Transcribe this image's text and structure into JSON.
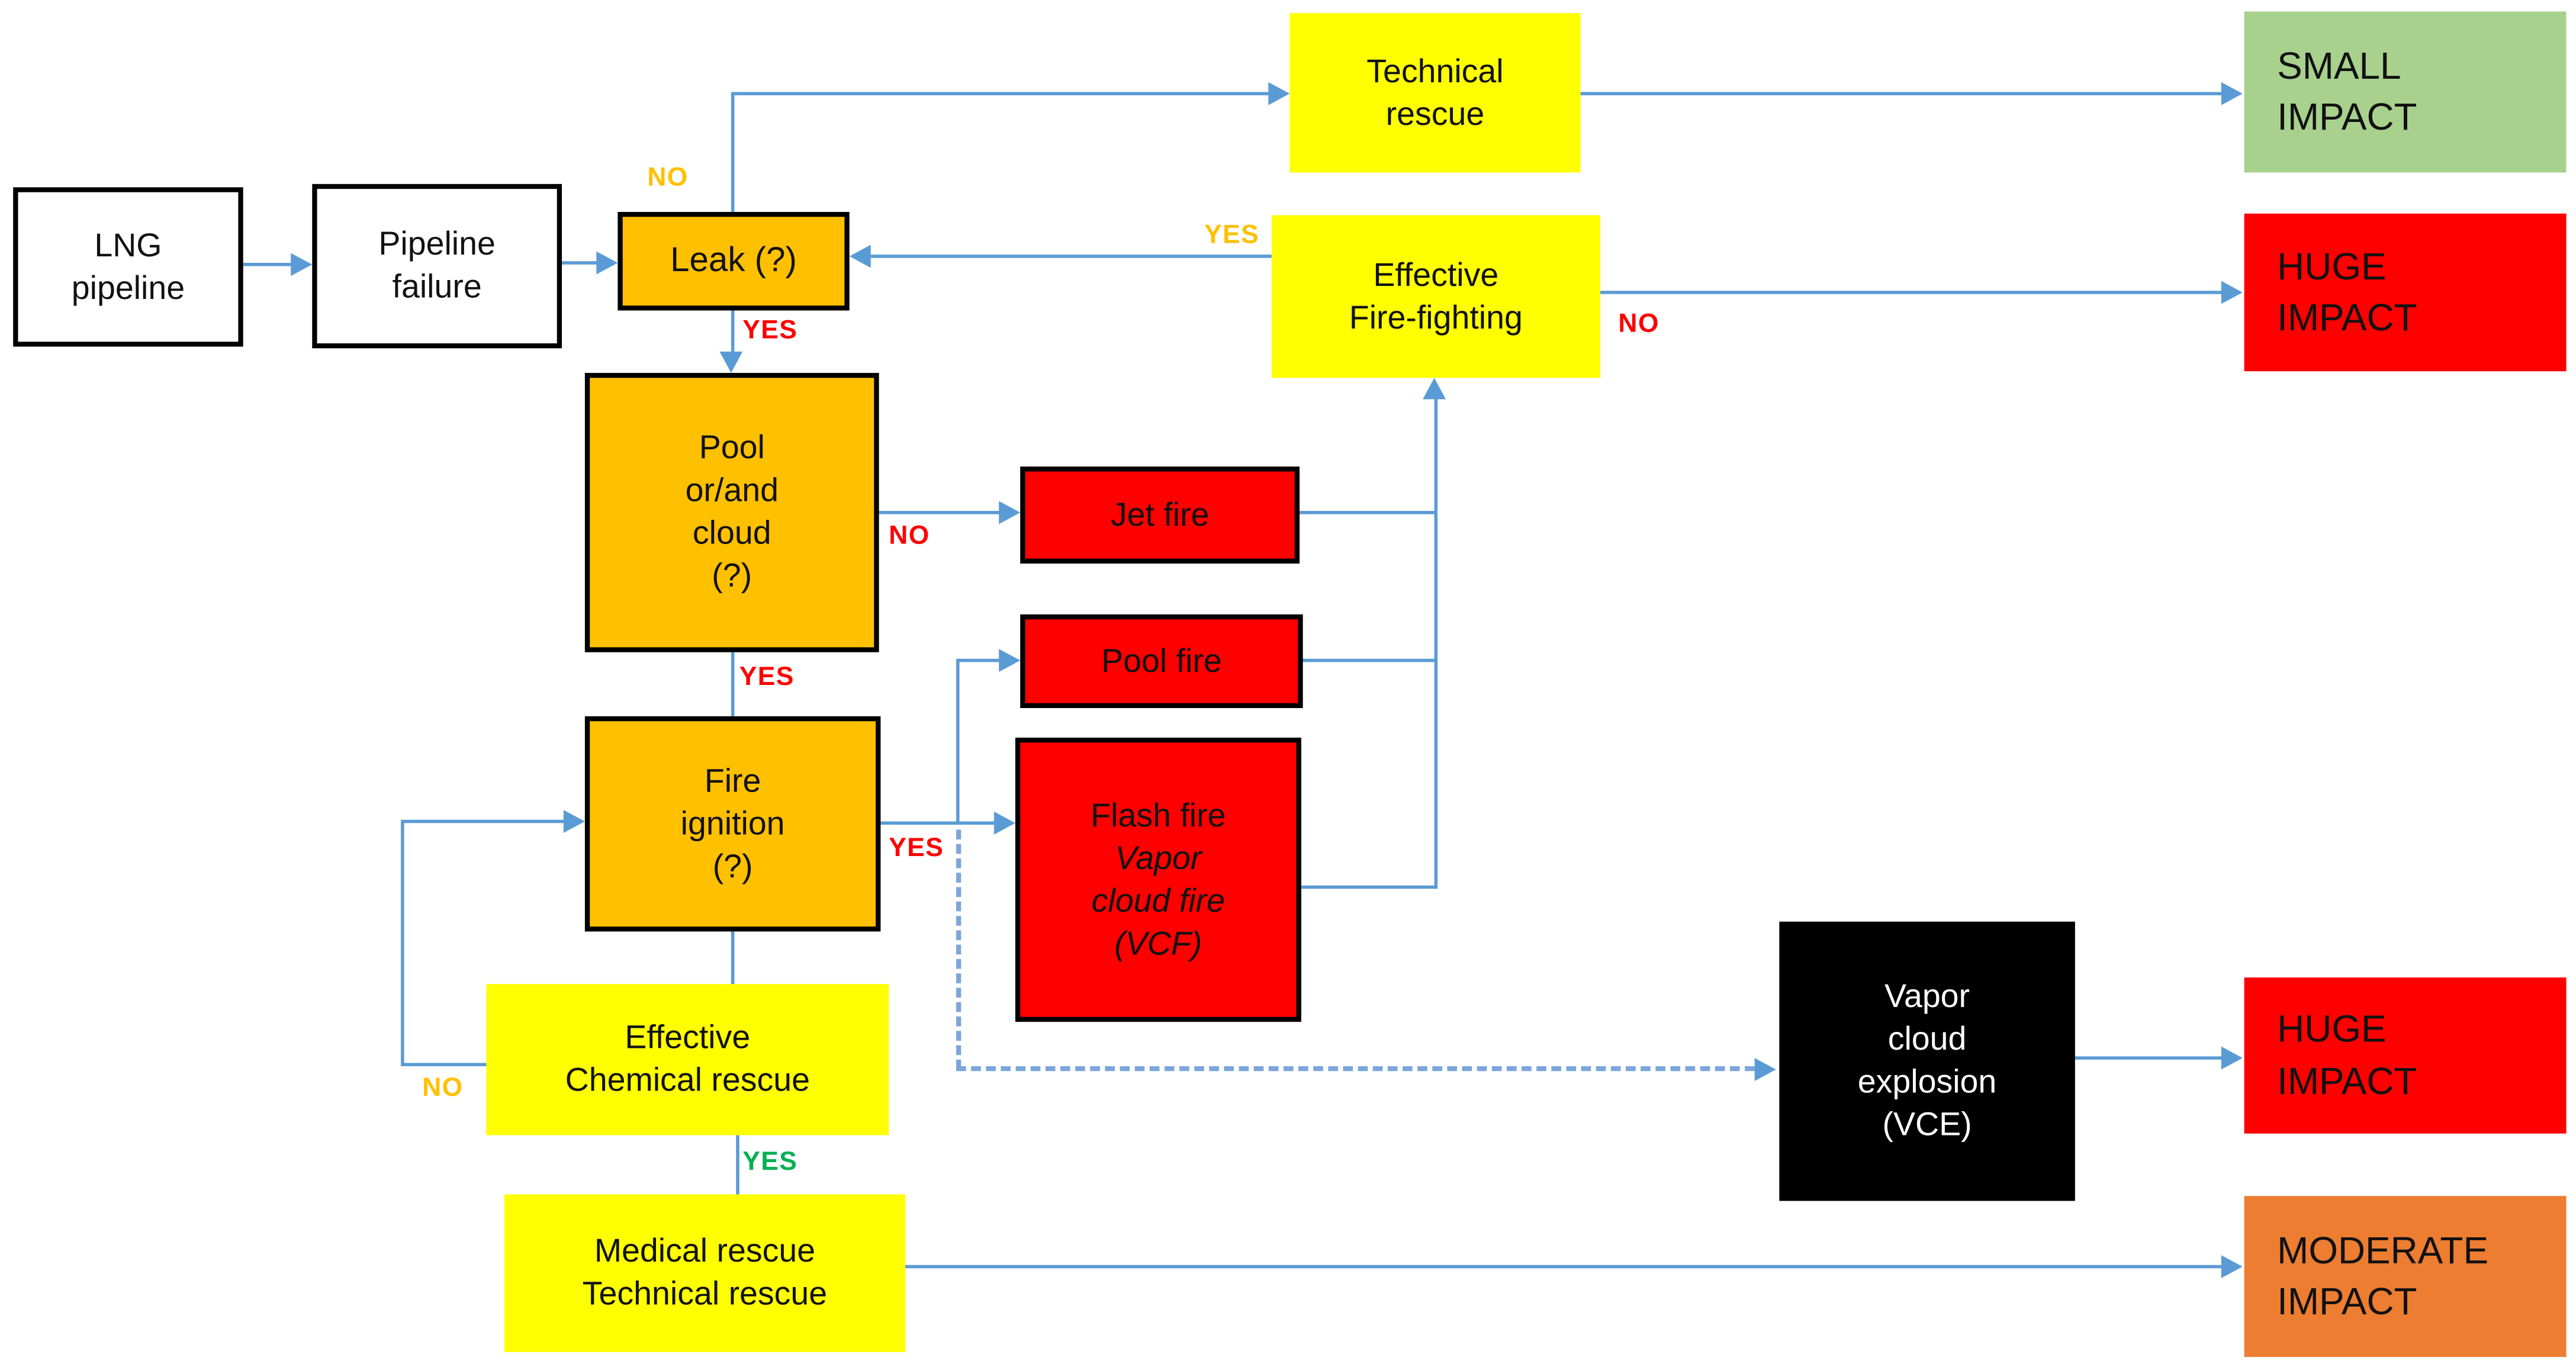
{
  "colors": {
    "line": "#5B9BD5",
    "line-dash": "#7CA6DB",
    "orange-box": "#FFC000",
    "yellow-box": "#FFFF00",
    "red-box": "#FF0000",
    "green-box": "#A9D18E",
    "moderate-box": "#ED7D31",
    "black-box": "#000000",
    "label-orange": "#FFC000",
    "label-red": "#FF0000",
    "label-green": "#00B050"
  },
  "nodes": {
    "lng_pipeline": "LNG\npipeline",
    "pipeline_failure": "Pipeline\nfailure",
    "leak": "Leak (?)",
    "technical_rescue": "Technical\nrescue",
    "small_impact": "SMALL\nIMPACT",
    "effective_firefighting": "Effective\nFire-fighting",
    "huge_impact_top": "HUGE\nIMPACT",
    "pool_cloud": "Pool\nor/and\ncloud\n(?)",
    "jet_fire": "Jet fire",
    "pool_fire": "Pool fire",
    "flash_fire_title": "Flash fire",
    "flash_fire_sub": "Vapor\ncloud fire\n(VCF)",
    "fire_ignition": "Fire\nignition\n(?)",
    "chemical_rescue": "Effective\nChemical rescue",
    "medical_rescue": "Medical rescue\nTechnical rescue",
    "vapor_cloud_explosion": "Vapor\ncloud\nexplosion\n(VCE)",
    "huge_impact_bottom": "HUGE\nIMPACT",
    "moderate_impact": "MODERATE\nIMPACT"
  },
  "labels": {
    "leak_no": "NO",
    "leak_yes": "YES",
    "pool_no": "NO",
    "pool_yes": "YES",
    "ignition_yes": "YES",
    "chem_no": "NO",
    "chem_yes": "YES",
    "firefighting_yes": "YES",
    "firefighting_no": "NO"
  }
}
